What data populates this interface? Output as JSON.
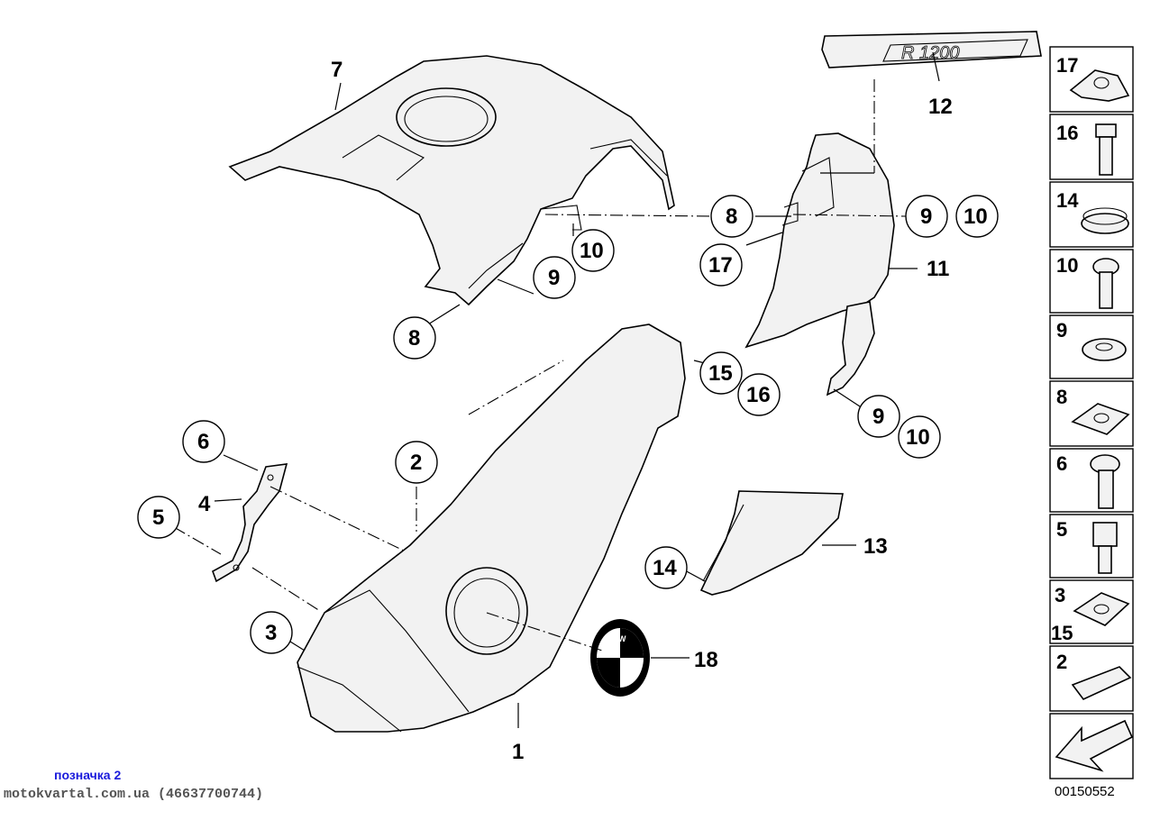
{
  "diagram": {
    "document_number": "00150552",
    "footer_tag": "позначка 2",
    "footer_site": "motokvartal.com.ua (46637700744)",
    "emblem_text": "BMW",
    "badge_text": "R 1200",
    "labels": {
      "p1": "1",
      "p2": "2",
      "p3": "3",
      "p4": "4",
      "p5": "5",
      "p6": "6",
      "p7": "7",
      "p8a": "8",
      "p8b": "8",
      "p9a": "9",
      "p9b": "9",
      "p9c": "9",
      "p10a": "10",
      "p10b": "10",
      "p10c": "10",
      "p11": "11",
      "p12": "12",
      "p13": "13",
      "p14": "14",
      "p15": "15",
      "p16": "16",
      "p17": "17",
      "p18": "18"
    },
    "parts_panel": [
      "17",
      "16",
      "14",
      "10",
      "9",
      "8",
      "6",
      "5",
      "3",
      "15",
      "2"
    ]
  }
}
